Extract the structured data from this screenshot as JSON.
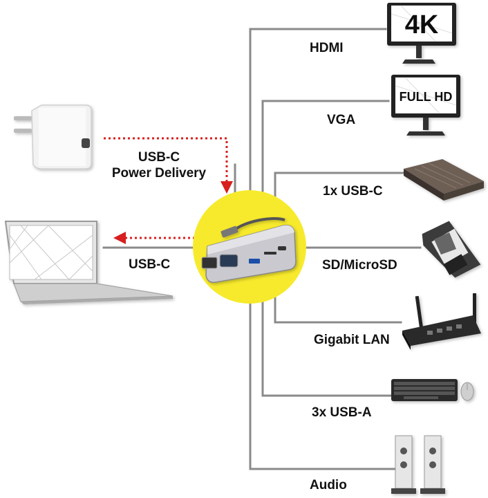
{
  "labels": {
    "hdmi": "HDMI",
    "vga": "VGA",
    "usbc_1x": "1x USB-C",
    "sd": "SD/MicroSD",
    "lan": "Gigabit LAN",
    "usba": "3x USB-A",
    "audio": "Audio",
    "usbc_laptop": "USB-C",
    "power_line1": "USB-C",
    "power_line2": "Power Delivery"
  },
  "screens": {
    "monitor_4k": "4K",
    "monitor_fullhd": "FULL HD"
  },
  "colors": {
    "line": "#8a8a8a",
    "arrow": "#d81e1e",
    "hub_circle": "#f7ea2c"
  }
}
